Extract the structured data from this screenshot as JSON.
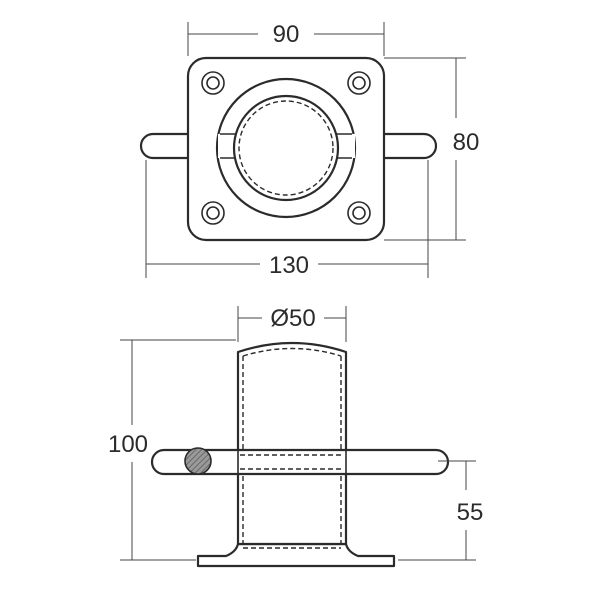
{
  "top_view": {
    "width_label": "90",
    "height_label": "80",
    "overall_width_label": "130"
  },
  "side_view": {
    "diameter_label": "Ø50",
    "height_label": "100",
    "bar_height_label": "55"
  },
  "colors": {
    "line": "#2b2b2b",
    "dimension": "#444444",
    "section_fill": "#8a8a8a",
    "background": "#ffffff"
  }
}
